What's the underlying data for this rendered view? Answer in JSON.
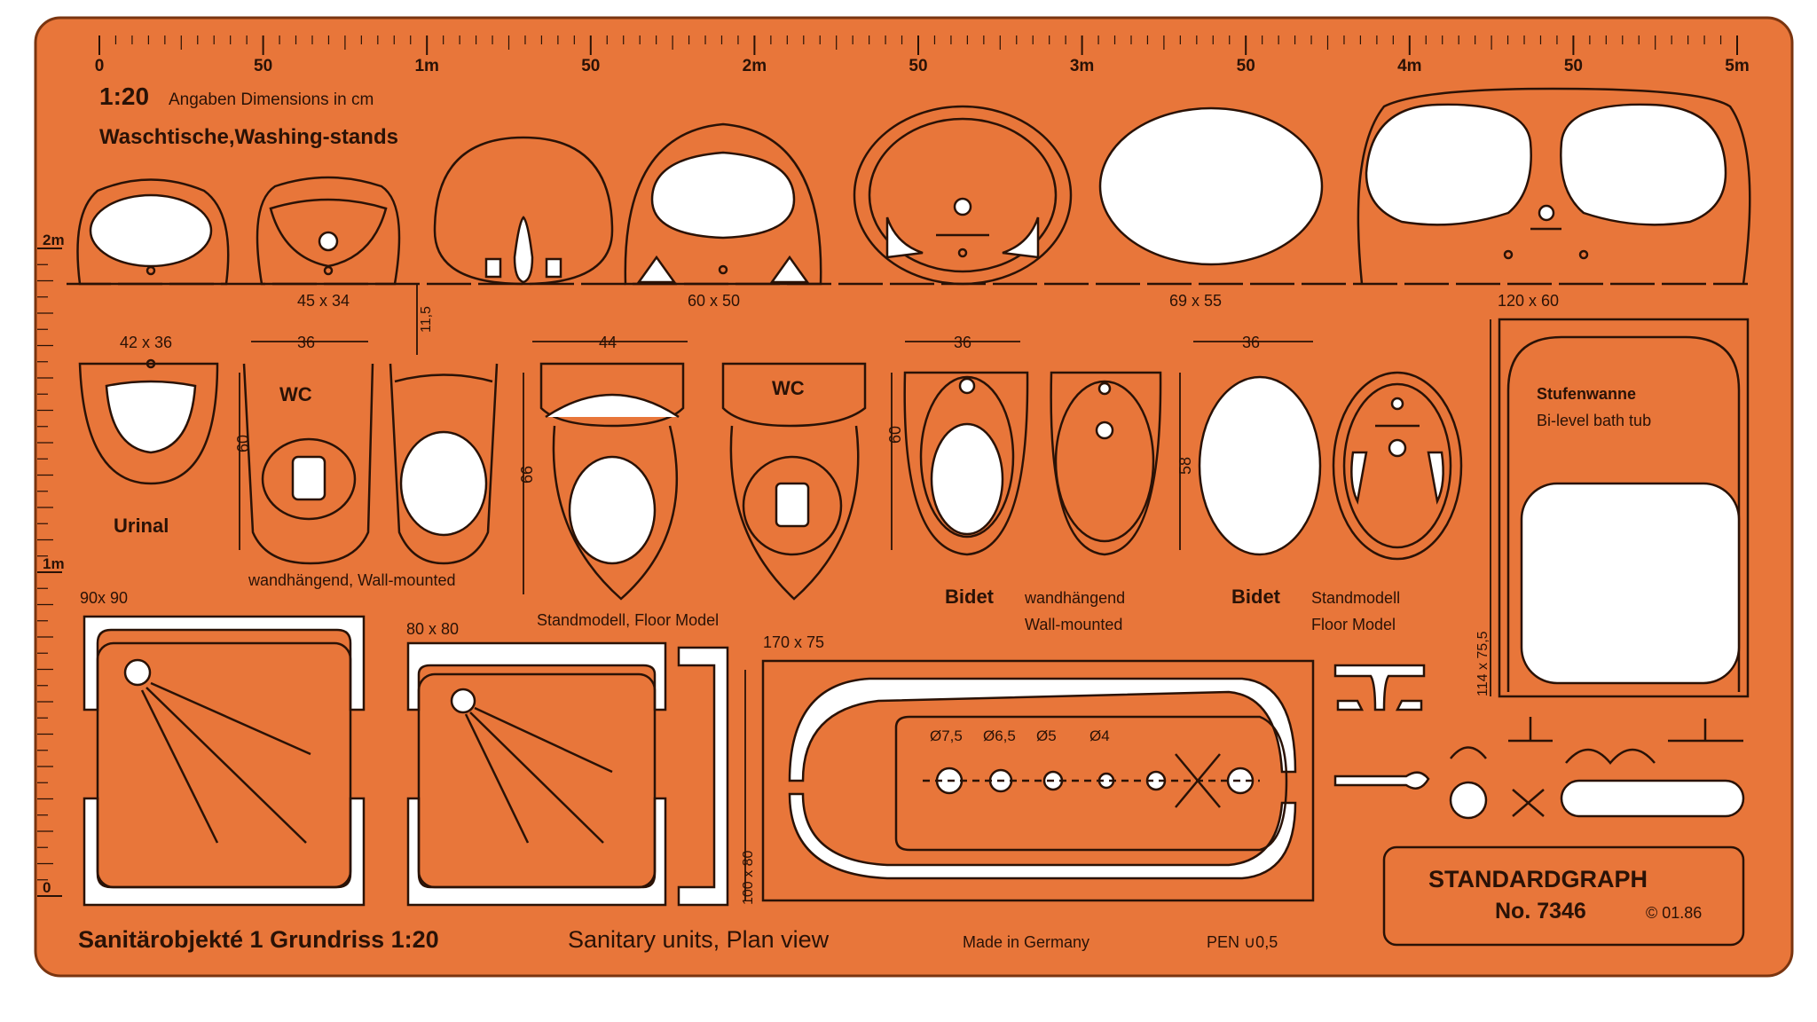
{
  "colors": {
    "plate": "#e8763a",
    "ink": "#2a1206",
    "cutout": "#ffffff"
  },
  "ruler": {
    "labels": [
      "0",
      "50",
      "1m",
      "50",
      "2m",
      "50",
      "3m",
      "50",
      "4m",
      "50",
      "5m"
    ],
    "side_labels": [
      "2m",
      "1m",
      "0"
    ]
  },
  "header": {
    "scale": "1:20",
    "dims": "Angaben Dimensions in cm",
    "section_wash": "Waschtische,Washing-stands"
  },
  "dims": {
    "d45x34": "45 x 34",
    "d60x50": "60 x 50",
    "d69x55": "69 x 55",
    "d120x60": "120 x 60",
    "d42x36": "42 x 36",
    "d36a": "36",
    "d11_5": "11,5",
    "d44": "44",
    "d36b": "36",
    "d36c": "36",
    "d60a": "60",
    "d66": "66",
    "d60b": "60",
    "d58": "58",
    "d90x90": "90x 90",
    "d80x80": "80 x 80",
    "d170x75": "170 x 75",
    "d100x80": "100 x 80",
    "d114x75": "114 x 75,5"
  },
  "labels": {
    "wc1": "WC",
    "wc2": "WC",
    "urinal": "Urinal",
    "wall_mounted": "wandhängend, Wall-mounted",
    "floor_model": "Standmodell, Floor Model",
    "bidet1": "Bidet",
    "bidet1_de": "wandhängend",
    "bidet1_en": "Wall-mounted",
    "bidet2": "Bidet",
    "bidet2_de": "Standmodell",
    "bidet2_en": "Floor Model",
    "tub_de": "Stufenwanne",
    "tub_en": "Bi-level bath tub",
    "hole1": "Ø7,5",
    "hole2": "Ø6,5",
    "hole3": "Ø5",
    "hole4": "Ø4"
  },
  "footer": {
    "title_bold": "Sanitärobjekté 1  Grundriss  1:20",
    "title_en": "Sanitary  units, Plan view",
    "made_in": "Made in Germany",
    "pen": "PEN ∪0,5"
  },
  "brand": {
    "name": "STANDARDGRAPH",
    "model": "No. 7346",
    "copyright": "© 01.86"
  }
}
